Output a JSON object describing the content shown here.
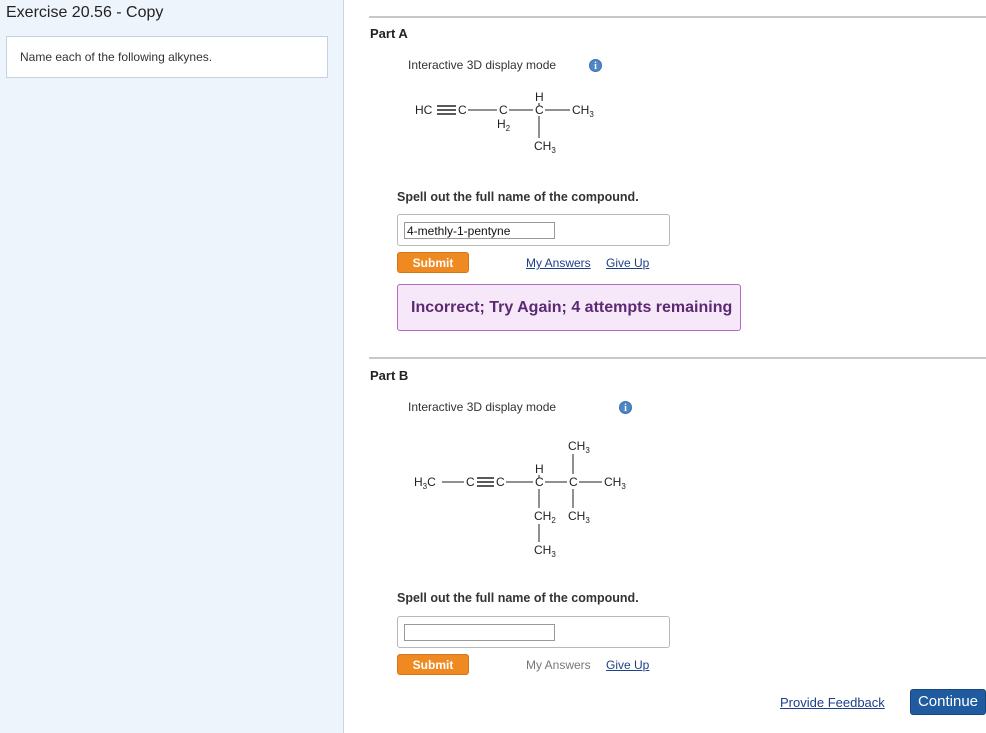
{
  "exercise": {
    "title": "Exercise 20.56 - Copy",
    "prompt": "Name each of the following alkynes."
  },
  "partA": {
    "title": "Part A",
    "mode_label": "Interactive 3D display mode",
    "info_icon": "info-icon",
    "question": "Spell out the full name of the compound.",
    "answer_value": "4-methly-1-pentyne",
    "submit_label": "Submit",
    "my_answers_label": "My Answers",
    "give_up_label": "Give Up",
    "feedback": "Incorrect; Try Again; 4 attempts remaining",
    "structure": {
      "hc": "HC",
      "c1": "C",
      "c2": "C",
      "h2": "H",
      "h2sub": "2",
      "h": "H",
      "c3": "C",
      "ch3a": "CH",
      "ch3sub": "3",
      "ch3b": "CH",
      "ch3bsub": "3"
    }
  },
  "partB": {
    "title": "Part B",
    "mode_label": "Interactive 3D display mode",
    "info_icon": "info-icon",
    "question": "Spell out the full name of the compound.",
    "answer_value": "",
    "submit_label": "Submit",
    "my_answers_label": "My Answers",
    "give_up_label": "Give Up",
    "structure": {
      "h3c": "H",
      "h3csub": "3",
      "h3cc": "C",
      "c1": "C",
      "c2": "C",
      "h": "H",
      "c3": "C",
      "c4": "C",
      "ch3top": "CH",
      "ch3topsub": "3",
      "ch3right": "CH",
      "ch3rightsub": "3",
      "ch2": "CH",
      "ch2sub": "2",
      "ch3mid": "CH",
      "ch3midsub": "3",
      "ch3bot": "CH",
      "ch3botsub": "3"
    }
  },
  "footer": {
    "provide_feedback_label": "Provide Feedback",
    "continue_label": "Continue"
  },
  "colors": {
    "submit": "#ef8a22",
    "continue": "#1f5b9e",
    "feedback_bg": "#f6e8f9",
    "feedback_border": "#b568c8",
    "link": "#1e3f8a"
  }
}
